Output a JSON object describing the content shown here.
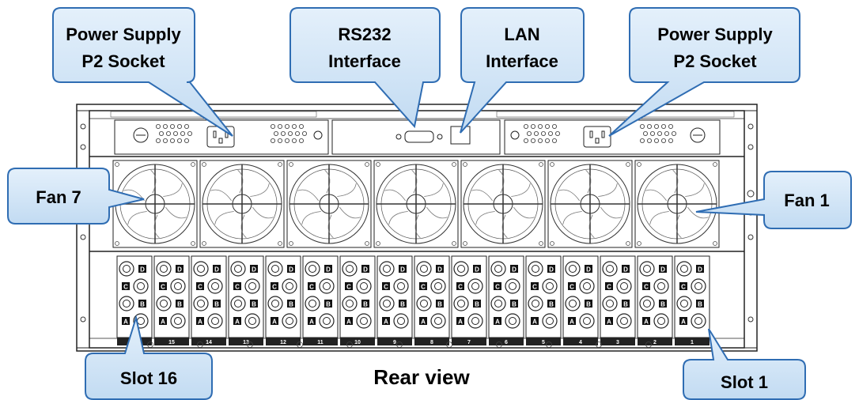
{
  "callouts": {
    "power_left": [
      "Power Supply",
      "P2 Socket"
    ],
    "rs232": [
      "RS232",
      "Interface"
    ],
    "lan": [
      "LAN",
      "Interface"
    ],
    "power_right": [
      "Power Supply",
      "P2 Socket"
    ],
    "fan_left": "Fan 7",
    "fan_right": "Fan 1",
    "slot_left": "Slot 16",
    "slot_right": "Slot 1"
  },
  "caption": "Rear view",
  "slot_numbers": [
    "16",
    "15",
    "14",
    "13",
    "12",
    "11",
    "10",
    "9",
    "8",
    "7",
    "6",
    "5",
    "4",
    "3",
    "2",
    "1"
  ],
  "connector_letters": [
    "D",
    "C",
    "B",
    "A"
  ],
  "colors": {
    "callout_fill": "#cfe3f5",
    "callout_stroke": "#2f6db3",
    "chassis_stroke": "#222222"
  }
}
